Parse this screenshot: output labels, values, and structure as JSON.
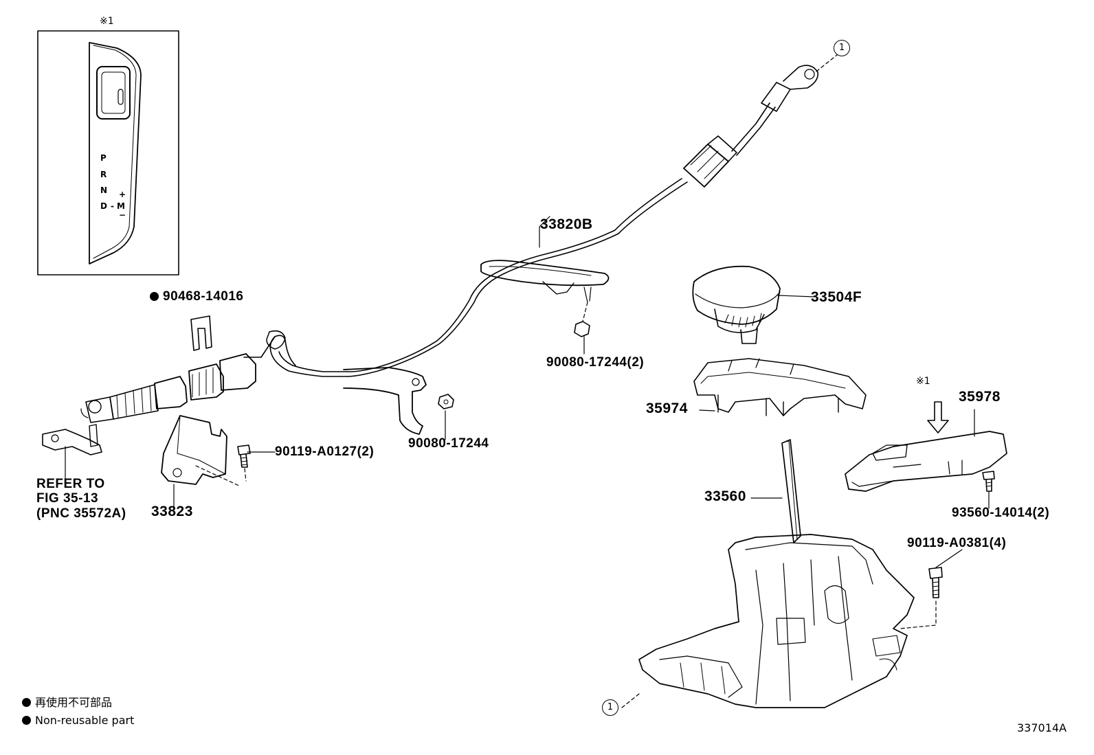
{
  "inset": {
    "note": "※1",
    "shift_positions": [
      "P",
      "R",
      "N",
      "D"
    ],
    "manual_label": "M",
    "plus": "+",
    "minus": "−",
    "dash": "-"
  },
  "labels": {
    "p33820B": "33820B",
    "p90468": "90468-14016",
    "p90080a": "90080-17244(2)",
    "p33504F": "33504F",
    "p35974": "35974",
    "p35978": "35978",
    "p35978_note": "※1",
    "p90119a": "90119-A0127(2)",
    "p90080b": "90080-17244",
    "p33823": "33823",
    "p33560": "33560",
    "p93560": "93560-14014(2)",
    "p90119b": "90119-A0381(4)",
    "refer_line1": "REFER TO",
    "refer_line2": "FIG 35-13",
    "refer_line3": "(PNC 35572A)",
    "connector_top": "1",
    "connector_bottom": "1"
  },
  "legend": {
    "line_jp": "再使用不可部品",
    "line_en": "Non-reusable part"
  },
  "figure_code": "337014A"
}
